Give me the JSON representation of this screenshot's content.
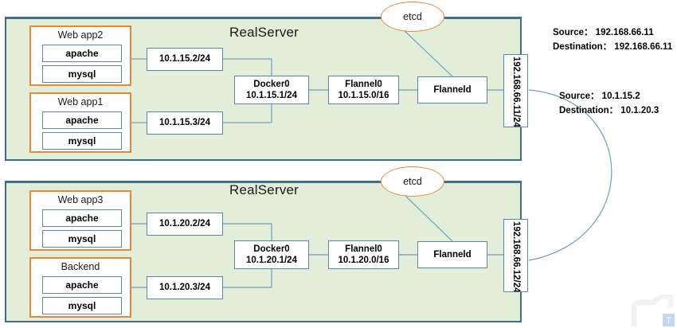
{
  "diagram": {
    "title": "Flannel overlay network across two RealServers",
    "colors": {
      "panel_fill": "#e2eed7",
      "panel_border": "#3f6f8f",
      "app_border": "#e8873a",
      "node_border": "#5b87a8",
      "wire": "#6f9fc0",
      "etcd_border": "#e8873a"
    }
  },
  "panels": [
    {
      "id": "top",
      "title": "RealServer",
      "etcd_label": "etcd",
      "apps": [
        {
          "name": "Web app2",
          "services": [
            "apache",
            "mysql"
          ],
          "ip_label": "10.1.15.2/24"
        },
        {
          "name": "Web app1",
          "services": [
            "apache",
            "mysql"
          ],
          "ip_label": "10.1.15.3/24"
        }
      ],
      "nodes": [
        {
          "name": "Docker0",
          "ip": "10.1.15.1/24"
        },
        {
          "name": "Flannel0",
          "ip": "10.1.15.0/16"
        },
        {
          "name": "Flanneld",
          "ip": ""
        }
      ],
      "host_ip": "192.168.66.11/24"
    },
    {
      "id": "bottom",
      "title": "RealServer",
      "etcd_label": "etcd",
      "apps": [
        {
          "name": "Web app3",
          "services": [
            "apache",
            "mysql"
          ],
          "ip_label": "10.1.20.2/24"
        },
        {
          "name": "Backend",
          "services": [
            "apache",
            "mysql"
          ],
          "ip_label": "10.1.20.3/24"
        }
      ],
      "nodes": [
        {
          "name": "Docker0",
          "ip": "10.1.20.1/24"
        },
        {
          "name": "Flannel0",
          "ip": "10.1.20.0/16"
        },
        {
          "name": "Flanneld",
          "ip": ""
        }
      ],
      "host_ip": "192.168.66.12/24"
    }
  ],
  "annotations": [
    {
      "id": "outer-packet",
      "line1": "Source： 192.168.66.11",
      "line2": "Destination： 192.168.66.11"
    },
    {
      "id": "inner-packet",
      "line1": "Source： 10.1.15.2",
      "line2": "Destination： 10.1.20.3"
    }
  ]
}
